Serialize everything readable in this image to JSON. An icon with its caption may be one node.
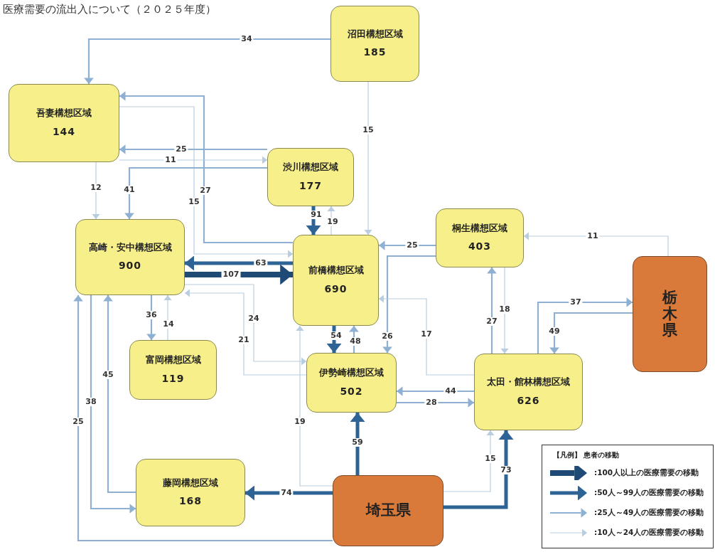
{
  "diagram": {
    "title": "医療需要の流出入について（２０２５年度）",
    "nodes": [
      {
        "text": [
          "沼田構想区域",
          "185"
        ]
      },
      {
        "text": [
          "吾妻構想区域",
          "144"
        ]
      },
      {
        "text": [
          "渋川構想区域",
          "177"
        ]
      },
      {
        "text": [
          "高崎・安中構想区域",
          "900"
        ]
      },
      {
        "text": [
          "前橋構想区域",
          "690"
        ]
      },
      {
        "text": [
          "桐生構想区域",
          "403"
        ]
      },
      {
        "text": [
          "栃木県"
        ]
      },
      {
        "text": [
          "富岡構想区域",
          "119"
        ]
      },
      {
        "text": [
          "伊勢崎構想区域",
          "502"
        ]
      },
      {
        "text": [
          "太田・館林構想区域",
          "626"
        ]
      },
      {
        "text": [
          "藤岡構想区域",
          "168"
        ]
      },
      {
        "text": [
          "埼玉県"
        ]
      }
    ],
    "edges": [
      {
        "from": 0,
        "to": 1,
        "arrow": "to",
        "label": "34"
      },
      {
        "from": 0,
        "to": 4,
        "arrow": "to",
        "label": "15",
        "color": "#b9cde0"
      },
      {
        "from": 4,
        "to": 1,
        "arrow": "to",
        "label": "27"
      },
      {
        "from": 1,
        "to": 4,
        "arrow": "to",
        "label": "15",
        "color": "#b9cde0"
      },
      {
        "from": 2,
        "to": 1,
        "arrow": "to",
        "label": "25"
      },
      {
        "from": 1,
        "to": 2,
        "arrow": "to",
        "label": "11",
        "color": "#b9cde0"
      },
      {
        "from": 2,
        "to": 3,
        "arrow": "to",
        "label": "41"
      },
      {
        "from": 1,
        "to": 3,
        "arrow": "to",
        "label": "12",
        "color": "#b9cde0"
      },
      {
        "from": 2,
        "to": 4,
        "arrow": "to",
        "label": "91",
        "style": "thick",
        "color": "#2e6396"
      },
      {
        "from": 4,
        "to": 2,
        "arrow": "to",
        "label": "19",
        "color": "#b9cde0"
      },
      {
        "from": 4,
        "to": 3,
        "arrow": "to",
        "label": "63",
        "style": "thick",
        "color": "#2e6396"
      },
      {
        "from": 3,
        "to": 4,
        "arrow": "to",
        "label": "107",
        "style": "thick",
        "color": "#1f4a75"
      },
      {
        "from": 3,
        "to": 8,
        "arrow": "to",
        "label": "24",
        "color": "#b9cde0"
      },
      {
        "from": 8,
        "to": 3,
        "arrow": "to",
        "label": "21",
        "color": "#b9cde0"
      },
      {
        "from": 3,
        "to": 7,
        "arrow": "to",
        "label": "36"
      },
      {
        "from": 7,
        "to": 3,
        "arrow": "to",
        "label": "14",
        "color": "#b9cde0"
      },
      {
        "from": 3,
        "to": 10,
        "arrow": "to",
        "label": "38"
      },
      {
        "from": 10,
        "to": 3,
        "arrow": "to",
        "label": "45"
      },
      {
        "from": 11,
        "to": 3,
        "arrow": "to",
        "label": "25"
      },
      {
        "from": 11,
        "to": 10,
        "arrow": "to",
        "label": "74",
        "style": "thick",
        "color": "#2e6396"
      },
      {
        "from": 11,
        "to": 8,
        "arrow": "to",
        "label": "59",
        "style": "thick",
        "color": "#2e6396"
      },
      {
        "from": 11,
        "to": 4,
        "arrow": "to",
        "label": "19",
        "color": "#b9cde0"
      },
      {
        "from": 4,
        "to": 8,
        "arrow": "to",
        "label": "54",
        "style": "thick",
        "color": "#2e6396"
      },
      {
        "from": 8,
        "to": 4,
        "arrow": "to",
        "label": "48"
      },
      {
        "from": 5,
        "to": 4,
        "arrow": "to",
        "label": "25"
      },
      {
        "from": 5,
        "to": 8,
        "arrow": "to",
        "label": "26"
      },
      {
        "from": 9,
        "to": 4,
        "arrow": "to",
        "label": "17",
        "color": "#b9cde0"
      },
      {
        "from": 9,
        "to": 8,
        "arrow": "to",
        "label": "44"
      },
      {
        "from": 8,
        "to": 9,
        "arrow": "to",
        "label": "28"
      },
      {
        "from": 9,
        "to": 5,
        "arrow": "to",
        "label": "27"
      },
      {
        "from": 5,
        "to": 9,
        "arrow": "to",
        "label": "18",
        "color": "#b9cde0"
      },
      {
        "from": 6,
        "to": 5,
        "arrow": "to",
        "label": "11",
        "color": "#b9cde0"
      },
      {
        "from": 9,
        "to": 6,
        "arrow": "to",
        "label": "37"
      },
      {
        "from": 6,
        "to": 9,
        "arrow": "to",
        "label": "49"
      },
      {
        "from": 11,
        "to": 9,
        "arrow": "to",
        "label": "73",
        "style": "thick",
        "color": "#2e6396"
      },
      {
        "from": 11,
        "to": 9,
        "arrow": "to",
        "label": "15",
        "color": "#b9cde0"
      }
    ],
    "labels": [
      "【凡例】 患者の移動"
    ],
    "legend": [
      {
        "text": ":100人以上の医療需要の移動"
      },
      {
        "text": ":50人～99人の医療需要の移動"
      },
      {
        "text": ":25人～49人の医療需要の移動"
      },
      {
        "text": ":10人～24人の医療需要の移動"
      }
    ]
  }
}
